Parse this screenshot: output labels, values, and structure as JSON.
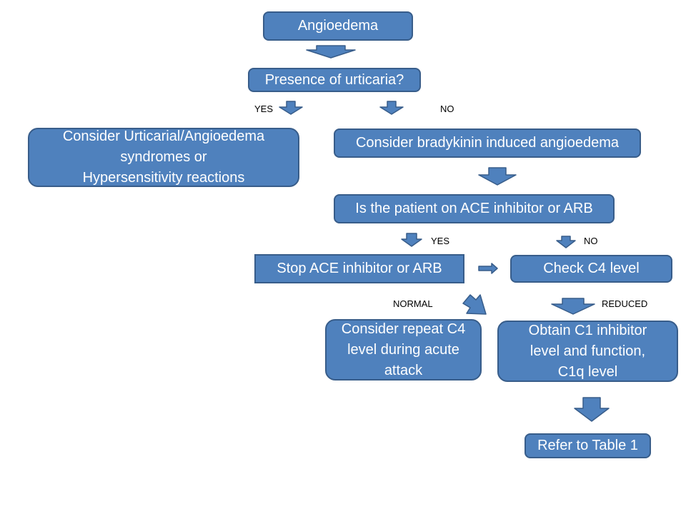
{
  "nodes": {
    "angioedema": "Angioedema",
    "urticaria_question": "Presence of urticaria?",
    "consider_urticarial": "Consider Urticarial/Angioedema\nsyndromes or\nHypersensitivity reactions",
    "consider_bradykinin": "Consider bradykinin induced angioedema",
    "ace_arb_question": "Is the patient on ACE inhibitor or ARB",
    "stop_ace_arb": "Stop ACE inhibitor or ARB",
    "check_c4": "Check C4 level",
    "repeat_c4": "Consider repeat C4\nlevel during acute\nattack",
    "obtain_c1": "Obtain C1 inhibitor\nlevel and function,\nC1q level",
    "refer_table": "Refer to Table 1"
  },
  "labels": {
    "urticaria_yes": "YES",
    "urticaria_no": "NO",
    "ace_yes": "YES",
    "ace_no": "NO",
    "c4_normal": "NORMAL",
    "c4_reduced": "REDUCED"
  },
  "colors": {
    "box_fill": "#4f81bd",
    "box_border": "#385d8a",
    "box_text": "#ffffff"
  }
}
